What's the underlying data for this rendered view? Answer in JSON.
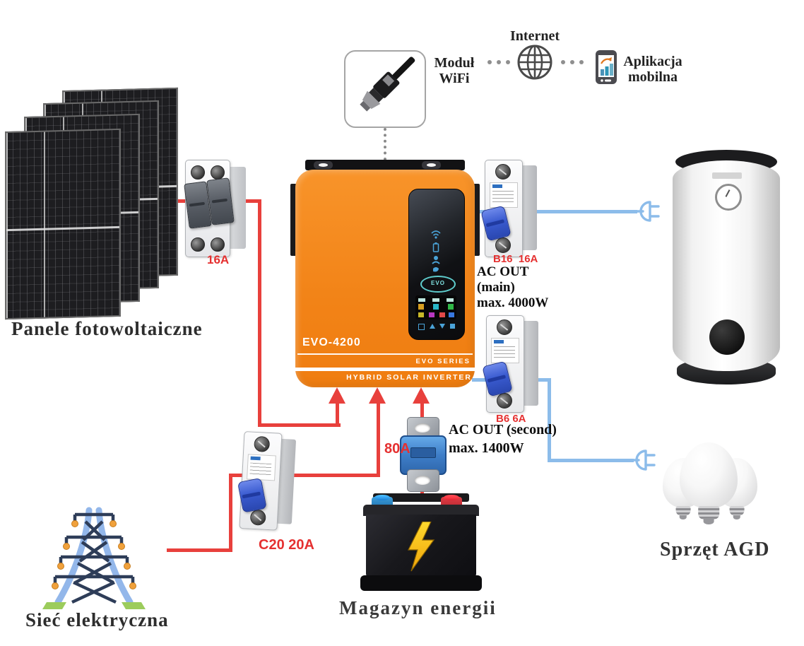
{
  "cloud": {
    "wifi_l1": "Moduł",
    "wifi_l2": "WiFi",
    "internet": "Internet",
    "app_l1": "Aplikacja",
    "app_l2": "mobilna"
  },
  "pv": {
    "label": "Panele fotowoltaiczne",
    "fuse_label": "16A"
  },
  "inverter": {
    "model": "EVO-4200",
    "logo": "EVO",
    "series_badge": "EVO SERIES",
    "type_badge": "HYBRID SOLAR INVERTER"
  },
  "ac_out_main": {
    "breaker_label": "B16  16A",
    "text_line1": "AC OUT",
    "text_line2": "(main)",
    "text_line3": "max. 4000W"
  },
  "ac_out_second": {
    "breaker_label": "B6 6A",
    "text_line1": "AC OUT (second)",
    "text_line2": "max. 1400W"
  },
  "battery": {
    "fuse_label": "80A",
    "label": "Magazyn energii"
  },
  "grid": {
    "breaker_label": "C20 20A",
    "label": "Sieć elektryczna"
  },
  "appliances": {
    "label": "Sprzęt AGD"
  },
  "colors": {
    "dc_line_red": "#e8403c",
    "ac_line_blue": "#8cbcea",
    "component_label_red": "#e53030",
    "inverter_orange": "#f5851c"
  }
}
